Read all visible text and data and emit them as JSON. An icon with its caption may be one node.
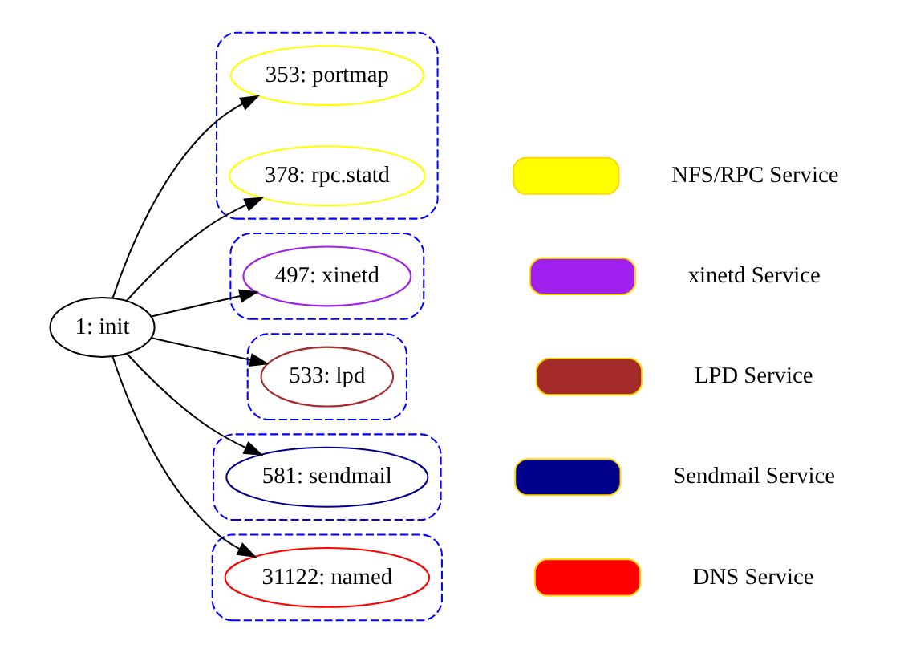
{
  "diagram": {
    "nodes": [
      {
        "text": [
          "1: init"
        ]
      },
      {
        "text": [],
        "shape": "ellipse"
      },
      {
        "text": [
          "353: portmap"
        ],
        "in": 1
      },
      {
        "text": [
          "378: rpc.statd"
        ],
        "in": 1
      },
      {
        "text": [],
        "shape": "ellipse"
      },
      {
        "text": [
          "497: xinetd"
        ],
        "in": 4
      },
      {
        "text": [],
        "shape": "ellipse"
      },
      {
        "text": [
          "533: lpd"
        ],
        "in": 6
      },
      {
        "text": [],
        "shape": "ellipse"
      },
      {
        "text": [
          "581: sendmail"
        ],
        "in": 8
      },
      {
        "text": [],
        "shape": "ellipse"
      },
      {
        "text": [
          "31122: named"
        ],
        "in": 10
      }
    ],
    "edges": [
      {
        "from": 0,
        "to": 2,
        "arrow": "to"
      },
      {
        "from": 0,
        "to": 3,
        "arrow": "to"
      },
      {
        "from": 0,
        "to": 5,
        "arrow": "to"
      },
      {
        "from": 0,
        "to": 7,
        "arrow": "to"
      },
      {
        "from": 0,
        "to": 9,
        "arrow": "to"
      },
      {
        "from": 0,
        "to": 11,
        "arrow": "to"
      }
    ],
    "legend": [
      {
        "text": "NFS/RPC Service",
        "color": "#ffff00"
      },
      {
        "text": "xinetd Service",
        "color": "#a020f0"
      },
      {
        "text": "LPD Service",
        "color": "#a52a2a"
      },
      {
        "text": "Sendmail Service",
        "color": "#00008b"
      },
      {
        "text": "DNS Service",
        "color": "#ff0000"
      }
    ]
  }
}
